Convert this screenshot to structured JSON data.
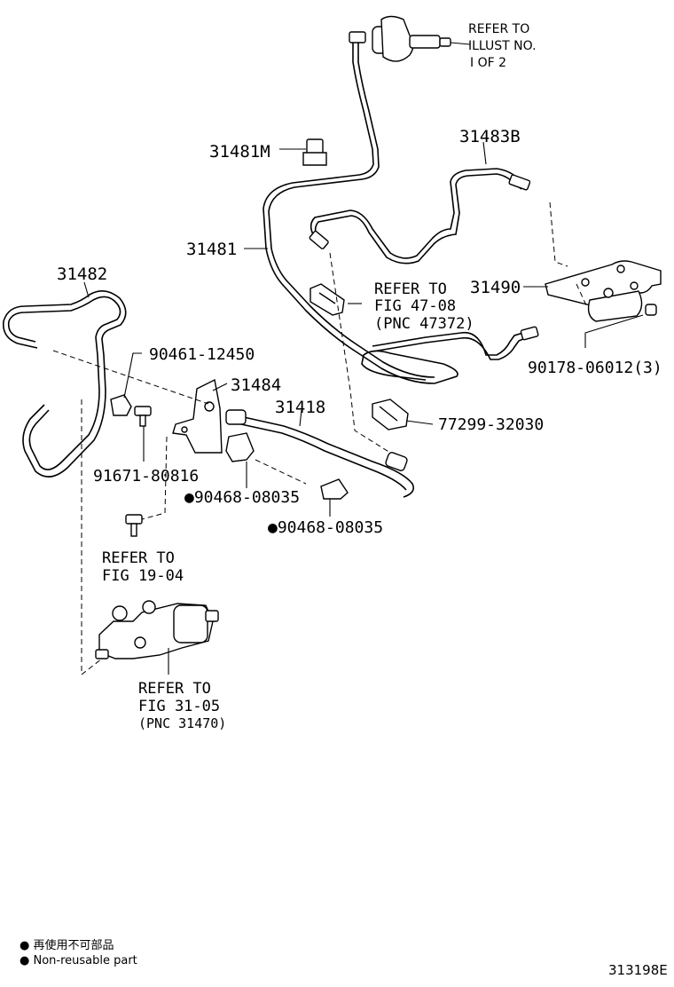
{
  "callouts": {
    "p31481M": "31481M",
    "p31483B": "31483B",
    "p31481": "31481",
    "p31482": "31482",
    "p31490": "31490",
    "p90461": "90461-12450",
    "p31484": "31484",
    "p31418": "31418",
    "p90178": "90178-06012(3)",
    "p77299": "77299-32030",
    "p91671": "91671-80816",
    "p90468a": "●90468-08035",
    "p90468b": "●90468-08035"
  },
  "references": {
    "illust": {
      "line1": "REFER TO",
      "line2": "ILLUST NO.",
      "line3": "I OF 2"
    },
    "fig4708": {
      "line1": "REFER TO",
      "line2": "FIG 47-08",
      "line3": "(PNC 47372)"
    },
    "fig1904": {
      "line1": "REFER TO",
      "line2": "FIG 19-04"
    },
    "fig3105": {
      "line1": "REFER TO",
      "line2": "FIG 31-05",
      "line3": "(PNC 31470)"
    }
  },
  "legend": {
    "line1": "● 再使用不可部品",
    "line2": "● Non-reusable part"
  },
  "figure_id": "313198E"
}
